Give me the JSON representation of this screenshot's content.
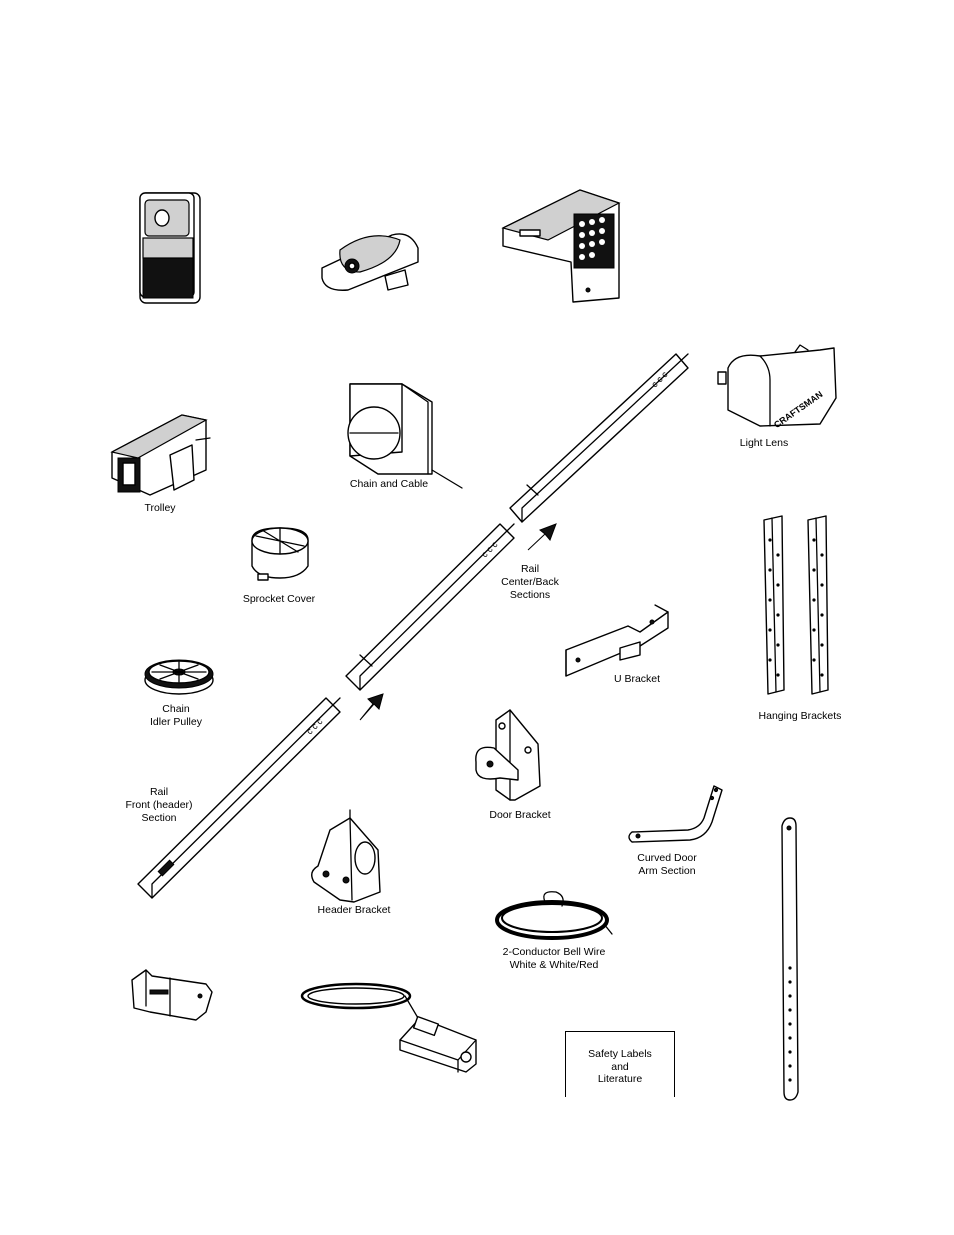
{
  "labels": {
    "light_lens": "Light Lens",
    "chain_and_cable": "Chain and Cable",
    "trolley": "Trolley",
    "rail_center_back": "Rail\nCenter/Back\nSections",
    "sprocket_cover": "Sprocket Cover",
    "u_bracket": "U Bracket",
    "hanging_brackets": "Hanging Brackets",
    "chain_idler_pulley": "Chain\nIdler Pulley",
    "door_bracket": "Door Bracket",
    "rail_front": "Rail\nFront (header)\nSection",
    "curved_door_arm": "Curved Door\nArm Section",
    "header_bracket": "Header Bracket",
    "bell_wire": "2-Conductor Bell Wire\nWhite & White/Red",
    "safety_labels": "Safety Labels\nand\nLiterature",
    "lens_brand": "CRAFTSMAN"
  }
}
